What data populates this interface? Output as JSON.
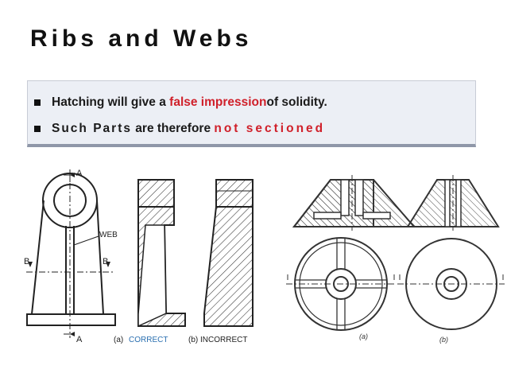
{
  "slide": {
    "title": "Ribs and Webs",
    "bullets": [
      {
        "pre": "Hatching will give a ",
        "highlight": "false impression",
        "post": " of solidity."
      },
      {
        "pre": "Such Parts",
        "mid": " are therefore ",
        "highlight": "not sectioned"
      }
    ]
  },
  "figure_left": {
    "labels": {
      "section_top": "A",
      "section_bottom": "A",
      "left_b": "B",
      "right_b": "B",
      "web": "WEB",
      "caption_a_prefix": "(a)",
      "caption_a": "CORRECT",
      "caption_b": "(b) INCORRECT"
    },
    "colors": {
      "correct": "#2a6fb0"
    }
  },
  "figure_right": {
    "labels": {
      "a": "(a)",
      "b": "(b)"
    }
  }
}
